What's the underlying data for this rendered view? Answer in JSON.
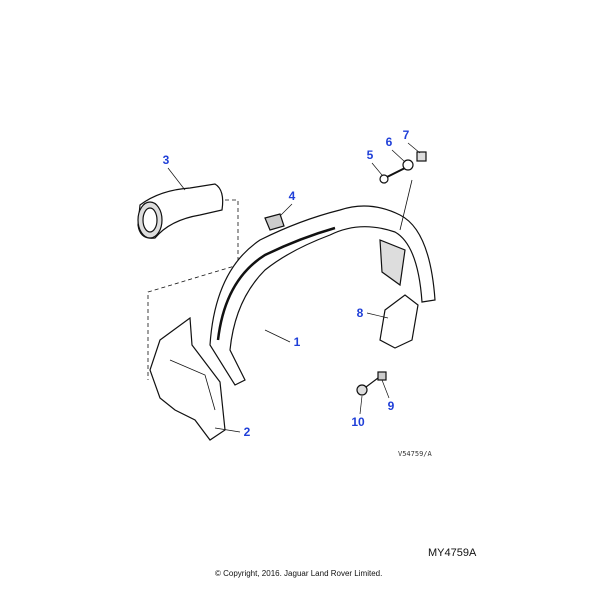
{
  "callouts": [
    "1",
    "2",
    "3",
    "4",
    "5",
    "6",
    "7",
    "8",
    "9",
    "10"
  ],
  "reference_code": "V54759/A",
  "diagram_code": "MY4759A",
  "copyright": "© Copyright, 2016. Jaguar Land Rover Limited.",
  "colors": {
    "callout": "#1f3fd8",
    "line": "#111111",
    "fill": "#ffffff",
    "shade": "#cfcfcf"
  }
}
